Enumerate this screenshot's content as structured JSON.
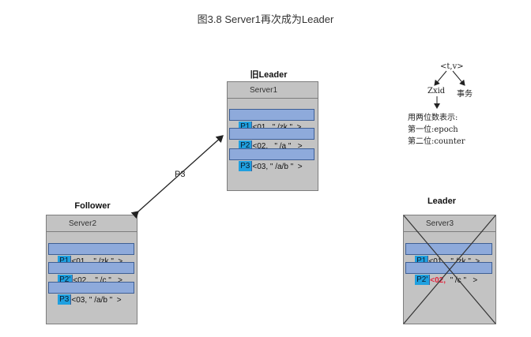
{
  "caption": "图3.8 Server1再次成为Leader",
  "old_leader": {
    "role": "旧Leader",
    "server": "Server1",
    "entries": [
      {
        "pid": "P1",
        "text": "<01,  \" /zk \"  >"
      },
      {
        "pid": "P2",
        "text": "<02,   \" /a \"   >"
      },
      {
        "pid": "P3",
        "text": "<03, \" /a/b \"  >"
      }
    ]
  },
  "follower": {
    "role": "Follower",
    "server": "Server2",
    "entries": [
      {
        "pid": "P1",
        "text": "<01,   \" /zk \"  >"
      },
      {
        "pid": "P2'",
        "text": "<02,   \" /c \"   >"
      },
      {
        "pid": "P3",
        "text": "<03, \" /a/b \"  >"
      }
    ]
  },
  "leader": {
    "role": "Leader",
    "server": "Server3",
    "entries": [
      {
        "pid": "P1",
        "text": "<01,   \" /zk \"  >"
      },
      {
        "pid": "P2'",
        "red": "<02,",
        "text": "  \" /c \"   >"
      }
    ]
  },
  "arrow_label": "P3",
  "zxid_tree": {
    "root": "<t,v>",
    "left": "Zxid",
    "right": "事务"
  },
  "zxid_note": {
    "line1": "用两位数表示:",
    "line2": "第一位:epoch",
    "line3": "第二位:counter"
  }
}
